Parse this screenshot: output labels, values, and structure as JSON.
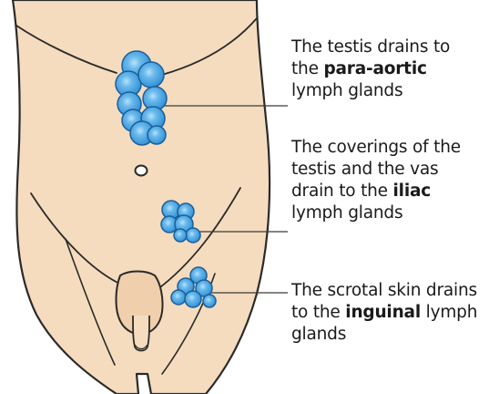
{
  "colors": {
    "skin": "#f5dcbf",
    "outline": "#2a2a2a",
    "node_fill": "#3c9ee0",
    "node_highlight": "#8fd0f5",
    "node_outline": "#1a5f99",
    "leader_line": "#3a3a3a",
    "text": "#1a1a1a"
  },
  "labels": {
    "para_aortic": {
      "line1": "The testis drains to",
      "line2_prefix": "the ",
      "line2_bold": "para-aortic",
      "line3": "lymph glands"
    },
    "iliac": {
      "line1": "The coverings of the",
      "line2": "testis and the vas",
      "line3_prefix": "drain to the ",
      "line3_bold": "iliac",
      "line4": "lymph glands"
    },
    "inguinal": {
      "line1": "The scrotal skin drains",
      "line2_prefix": "to the ",
      "line2_bold": "inguinal",
      "line2_suffix": " lymph",
      "line3": "glands"
    }
  },
  "icons": {
    "torso": "torso-illustration",
    "navel": "navel-icon",
    "para_aortic_nodes": "para-aortic-lymph-node-cluster",
    "iliac_nodes": "iliac-lymph-node-cluster",
    "inguinal_nodes": "inguinal-lymph-node-cluster"
  }
}
